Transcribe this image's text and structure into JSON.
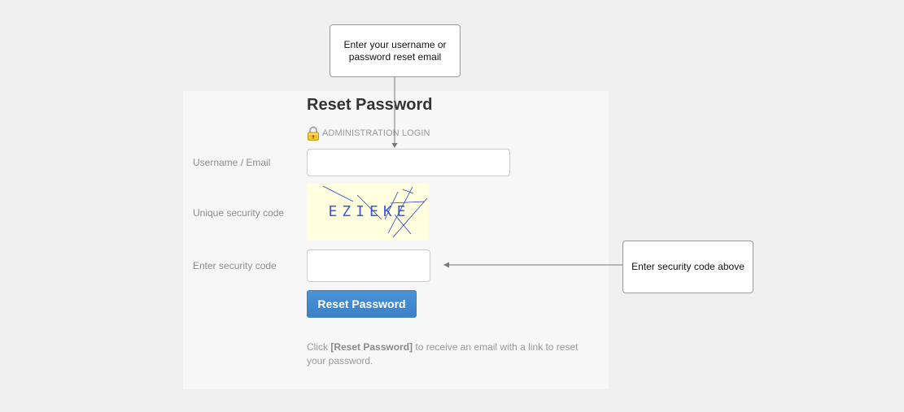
{
  "form": {
    "title": "Reset Password",
    "admin_login_label": "ADMINISTRATION LOGIN",
    "username_label": "Username / Email",
    "username_value": "",
    "captcha_label": "Unique security code",
    "captcha_text": "EZIEKE",
    "security_code_label": "Enter security code",
    "security_code_value": "",
    "submit_label": "Reset Password",
    "help_prefix": "Click ",
    "help_button_ref": "[Reset Password]",
    "help_suffix": " to receive an email with a link to reset your password."
  },
  "callouts": {
    "username_tip": "Enter your username or password reset email",
    "security_tip": "Enter security code above"
  },
  "colors": {
    "primary_button": "#3a80c8",
    "captcha_background": "#ffffe0",
    "captcha_text": "#3d5bd1",
    "page_background": "#f0f0f0",
    "panel_background": "#f7f7f7"
  },
  "icons": {
    "admin": "lock-icon"
  }
}
